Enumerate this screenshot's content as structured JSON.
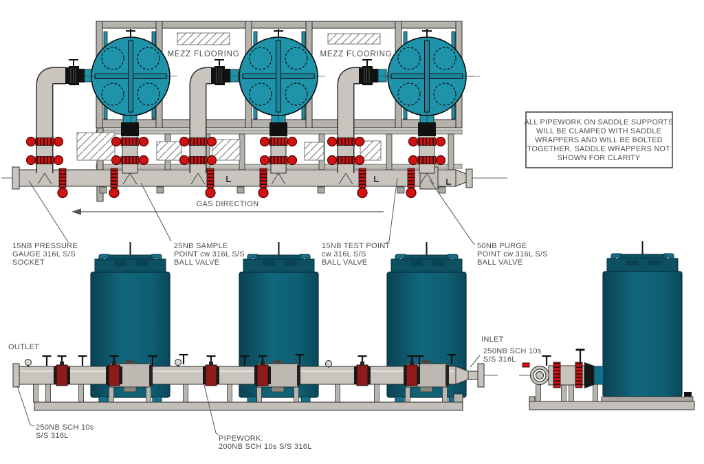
{
  "plan": {
    "mezz_labels": [
      "MEZZ FLOORING",
      "MEZZ FLOORING"
    ],
    "gas_direction": "GAS DIRECTION"
  },
  "note": {
    "lines": [
      "ALL PIPEWORK ON SADDLE SUPPORTS",
      "WILL BE CLAMPED WITH SADDLE",
      "WRAPPERS AND WILL BE BOLTED",
      "TOGETHER, SADDLE WRAPPERS NOT",
      "SHOWN FOR CLARITY"
    ]
  },
  "callouts": {
    "pressure_gauge": [
      "15NB PRESSURE",
      "GAUGE 316L S/S",
      "SOCKET"
    ],
    "sample_point": [
      "25NB SAMPLE",
      "POINT cw 316L S/S",
      "BALL VALVE"
    ],
    "test_point": [
      "15NB TEST POINT",
      "cw 316L S/S",
      "BALL VALVE"
    ],
    "purge_point": [
      "50NB PURGE",
      "POINT cw 316L S/S",
      "BALL VALVE"
    ],
    "outlet": "OUTLET",
    "outlet_spec": [
      "250NB SCH 10s",
      "S/S 316L"
    ],
    "inlet": "INLET",
    "inlet_spec": [
      "250NB SCH 10s",
      "S/S 316L"
    ],
    "pipework_spec": [
      "PIPEWORK:",
      "200NB SCH 10s S/S 316L"
    ]
  },
  "colors": {
    "vessel_plan_teal": "#1f93aa",
    "vessel_front_teal": "#0f6176",
    "vessel_cap_teal": "#0d5062",
    "pipe_gray": "#c9c5be",
    "frame_gray": "#b5b2ac",
    "valve_handle_red": "#d01212",
    "gate_valve_red": "#8e1a1a",
    "annotation_text": "#4b4c55"
  }
}
